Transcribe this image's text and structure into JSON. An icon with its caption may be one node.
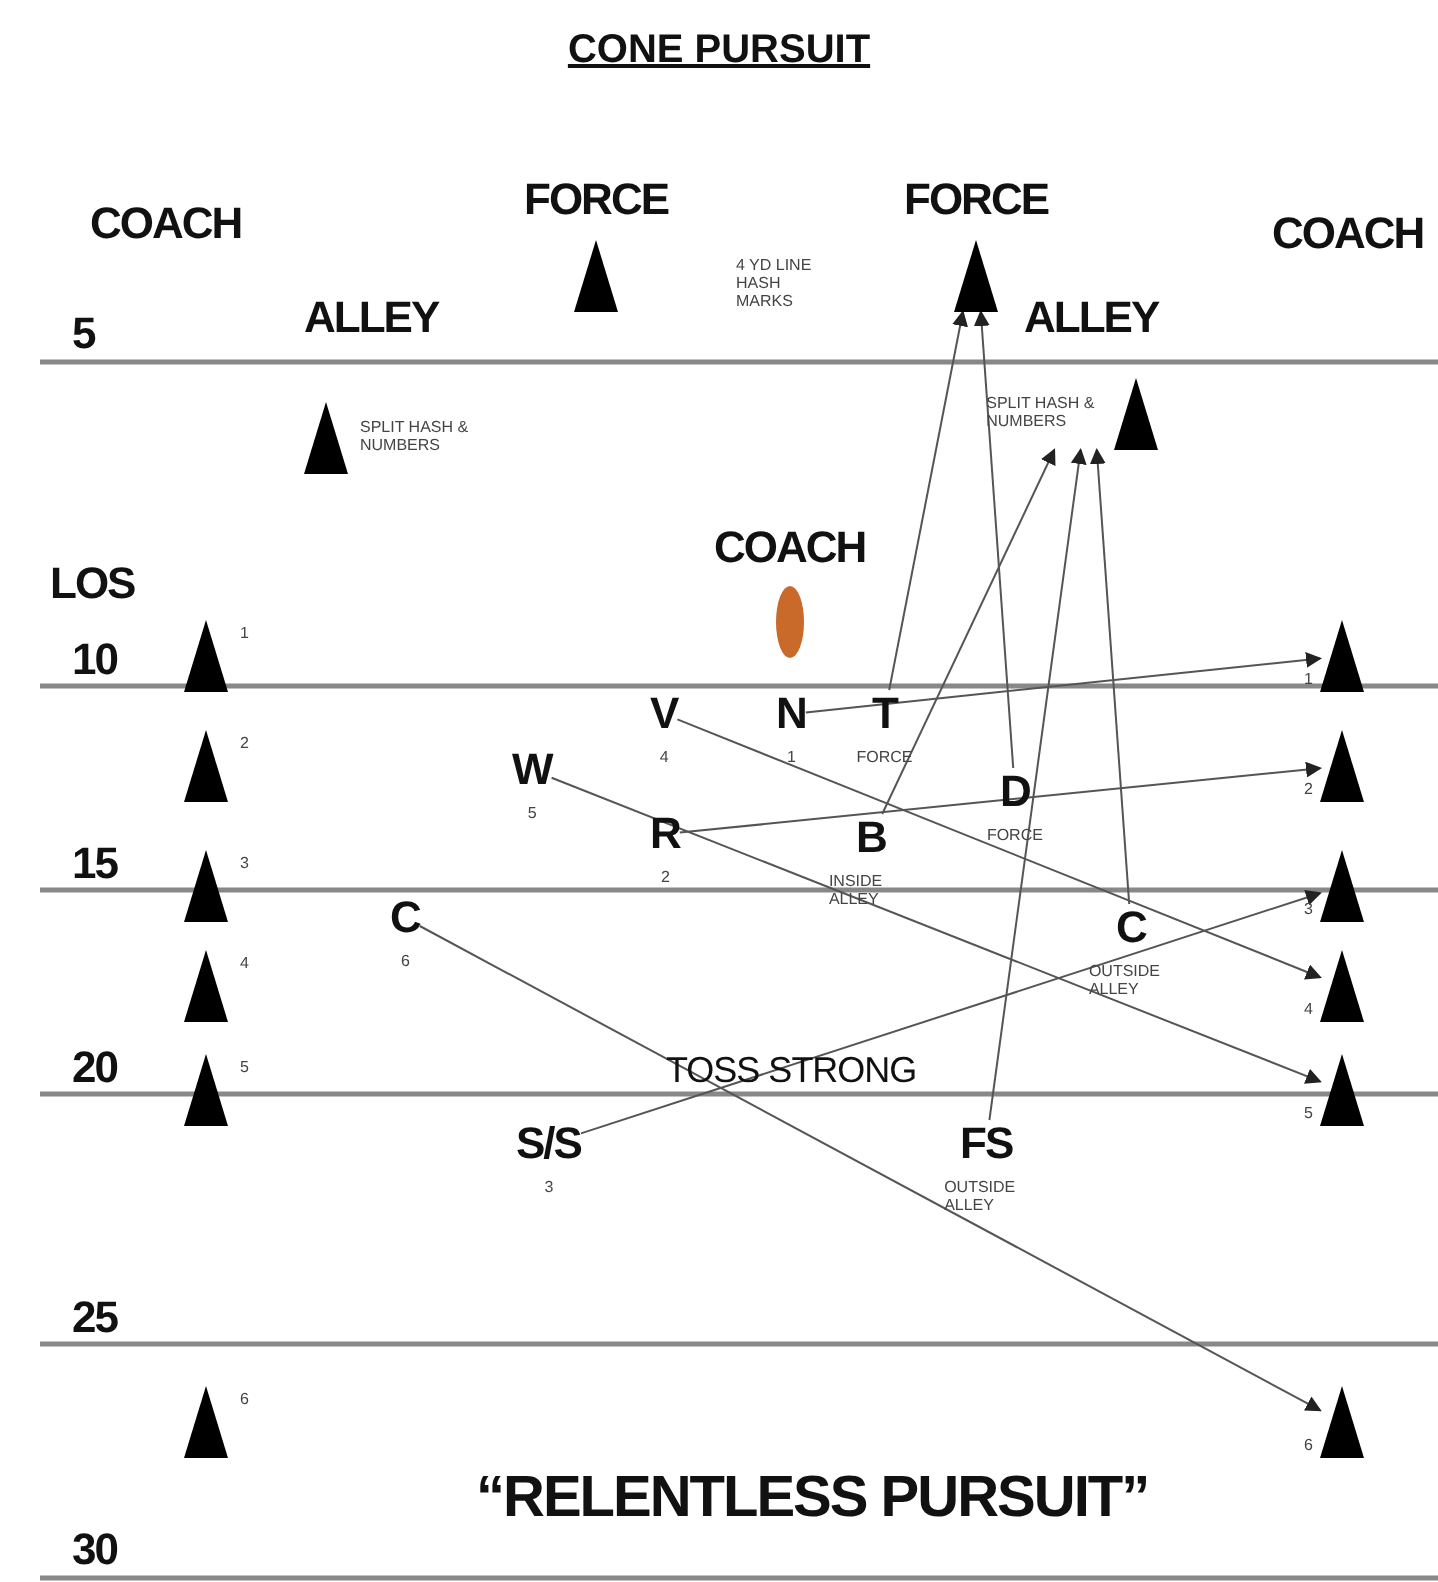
{
  "diagram": {
    "title": "CONE PURSUIT",
    "nodes": [
      {
        "text": [
          "FORCE"
        ]
      },
      {
        "text": [
          "FORCE"
        ]
      },
      {
        "text": [
          "ALLEY"
        ],
        "beside": [
          "SPLIT HASH & NUMBERS"
        ]
      },
      {
        "text": [
          "ALLEY"
        ],
        "beside": [
          "SPLIT HASH & NUMBERS"
        ]
      },
      {
        "text": [
          "COACH"
        ]
      },
      {
        "text": [],
        "shape": "triangle",
        "beside": [
          "1"
        ]
      },
      {
        "text": [],
        "shape": "triangle",
        "beside": [
          "2"
        ]
      },
      {
        "text": [],
        "shape": "triangle",
        "beside": [
          "3"
        ]
      },
      {
        "text": [],
        "shape": "triangle",
        "beside": [
          "4"
        ]
      },
      {
        "text": [],
        "shape": "triangle",
        "beside": [
          "5"
        ]
      },
      {
        "text": [],
        "shape": "triangle",
        "beside": [
          "6"
        ]
      },
      {
        "text": [],
        "shape": "triangle",
        "beside": [
          "1"
        ]
      },
      {
        "text": [],
        "shape": "triangle",
        "beside": [
          "2"
        ]
      },
      {
        "text": [],
        "shape": "triangle",
        "beside": [
          "3"
        ]
      },
      {
        "text": [],
        "shape": "triangle",
        "beside": [
          "4"
        ]
      },
      {
        "text": [],
        "shape": "triangle",
        "beside": [
          "5"
        ]
      },
      {
        "text": [],
        "shape": "triangle",
        "beside": [
          "6"
        ]
      },
      {
        "text": [
          "V"
        ],
        "beside": [
          "4"
        ]
      },
      {
        "text": [
          "N"
        ],
        "beside": [
          "1"
        ]
      },
      {
        "text": [
          "T"
        ],
        "beside": [
          "FORCE"
        ]
      },
      {
        "text": [
          "W"
        ],
        "beside": [
          "5"
        ]
      },
      {
        "text": [
          "R"
        ],
        "beside": [
          "2"
        ]
      },
      {
        "text": [
          "B"
        ],
        "beside": [
          "INSIDE ALLEY"
        ]
      },
      {
        "text": [
          "D"
        ],
        "beside": [
          "FORCE"
        ]
      },
      {
        "text": [
          "C"
        ],
        "beside": [
          "6"
        ]
      },
      {
        "text": [
          "C"
        ],
        "beside": [
          "OUTSIDE ALLEY"
        ]
      },
      {
        "text": [
          "S/S"
        ],
        "beside": [
          "3"
        ]
      },
      {
        "text": [
          "FS"
        ],
        "beside": [
          "OUTSIDE ALLEY"
        ]
      }
    ],
    "edges": [
      {
        "from": 19,
        "to": 1,
        "arrow": "to"
      },
      {
        "from": 23,
        "to": 1,
        "arrow": "to"
      },
      {
        "from": 22,
        "to": 3,
        "arrow": "to"
      },
      {
        "from": 27,
        "to": 3,
        "arrow": "to"
      },
      {
        "from": 25,
        "to": 3,
        "arrow": "to"
      },
      {
        "from": 18,
        "to": 11,
        "arrow": "to"
      },
      {
        "from": 21,
        "to": 12,
        "arrow": "to"
      },
      {
        "from": 26,
        "to": 13,
        "arrow": "to"
      },
      {
        "from": 17,
        "to": 14,
        "arrow": "to"
      },
      {
        "from": 20,
        "to": 15,
        "arrow": "to"
      },
      {
        "from": 24,
        "to": 16,
        "arrow": "to"
      }
    ],
    "labels": [
      "COACH",
      "COACH",
      "4 YD LINE HASH MARKS",
      "5",
      "LOS",
      "10",
      "15",
      "20",
      "TOSS STRONG",
      "25",
      "“RELENTLESS PURSUIT”",
      "30"
    ]
  }
}
